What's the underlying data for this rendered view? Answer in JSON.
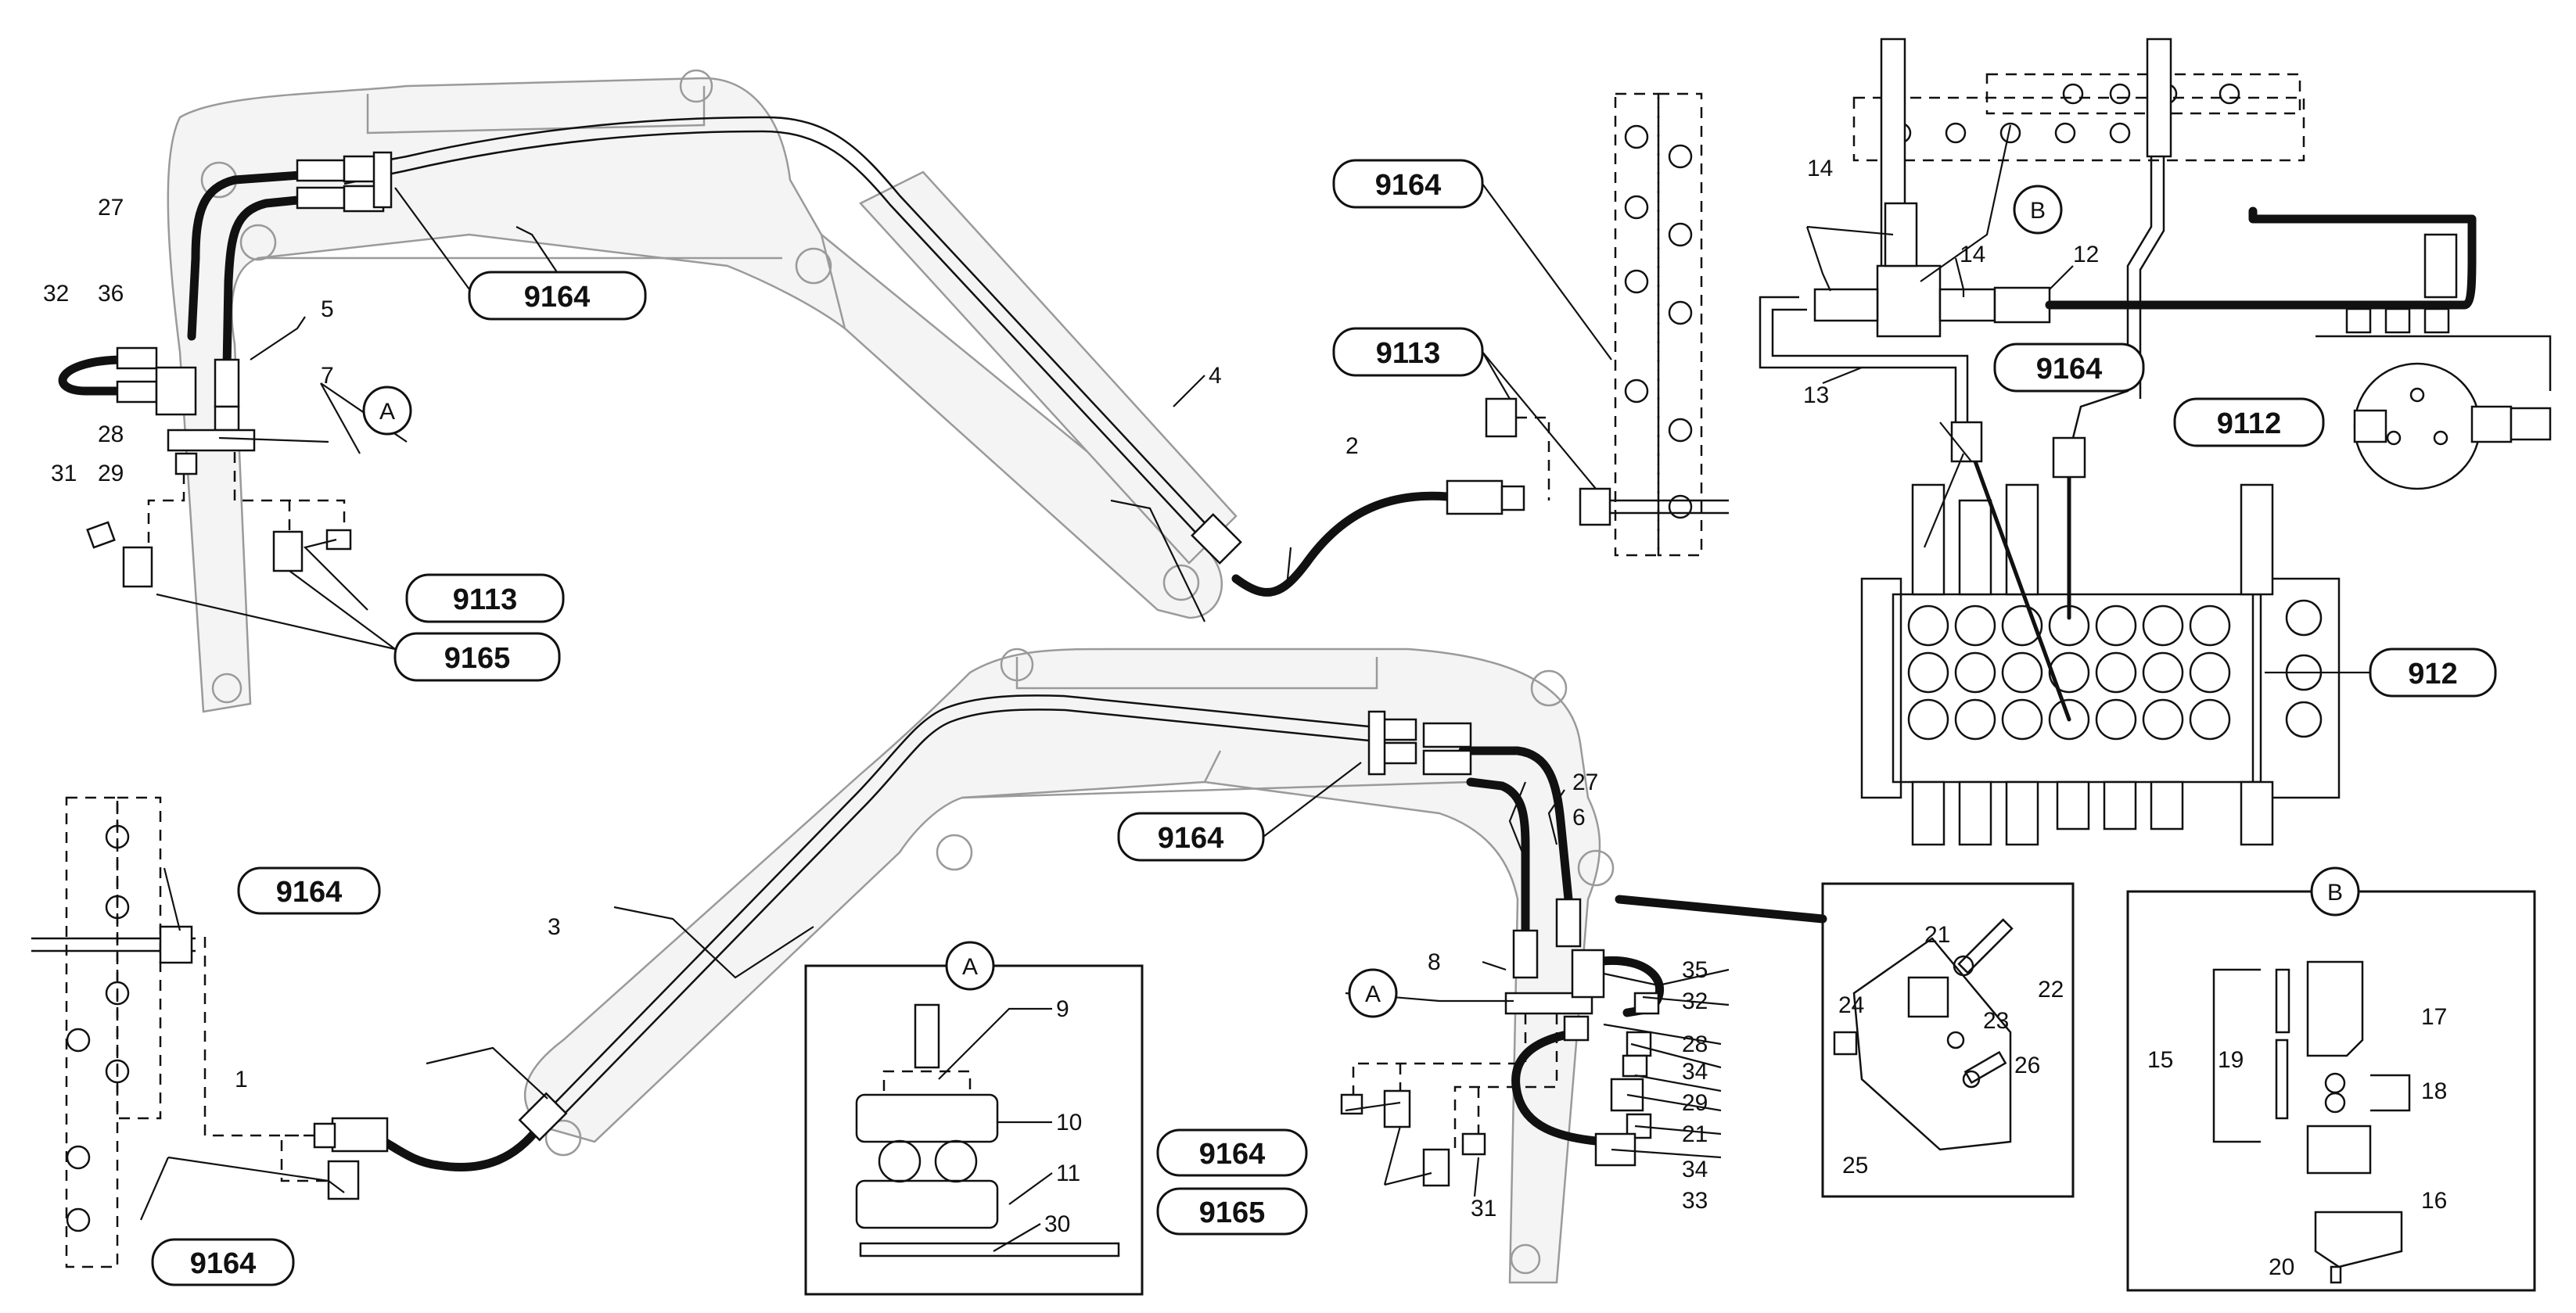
{
  "labels": {
    "l1": "1",
    "l2": "2",
    "l3": "3",
    "l4": "4",
    "l5": "5",
    "l6": "6",
    "l7": "7",
    "l8": "8",
    "l9": "9",
    "l10": "10",
    "l11": "11",
    "l12": "12",
    "l13": "13",
    "l14a": "14",
    "l14b": "14",
    "l15": "15",
    "l16": "16",
    "l17": "17",
    "l18": "18",
    "l19": "19",
    "l20": "20",
    "l21a": "21",
    "l21b": "21",
    "l22": "22",
    "l23": "23",
    "l24": "24",
    "l25": "25",
    "l26": "26",
    "l27a": "27",
    "l27b": "27",
    "l28a": "28",
    "l28b": "28",
    "l29a": "29",
    "l29b": "29",
    "l30": "30",
    "l31a": "31",
    "l31b": "31",
    "l32a": "32",
    "l32b": "32",
    "l33": "33",
    "l34a": "34",
    "l34b": "34",
    "l35": "35",
    "l36": "36"
  },
  "refs": {
    "r9164_top": "9164",
    "r9164_right": "9164",
    "r9164_valve": "9164",
    "r9164_mid": "9164",
    "r9164_left": "9164",
    "r9164_bottomleft": "9164",
    "r9164_lower": "9164",
    "r9113_top": "9113",
    "r9113_right": "9113",
    "r9165_top": "9165",
    "r9165_lower": "9165",
    "r9112": "9112",
    "r912": "912"
  },
  "callouts": {
    "a_top": "A",
    "a_lower": "A",
    "a_box": "A",
    "b_top": "B",
    "b_box": "B"
  }
}
